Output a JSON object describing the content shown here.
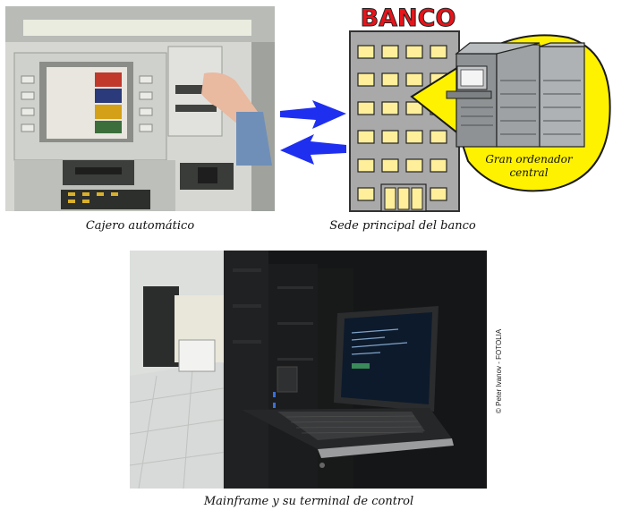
{
  "atm": {
    "caption": "Cajero automático"
  },
  "bank": {
    "label": "BANCO",
    "caption": "Sede principal del banco"
  },
  "mainframe_callout": {
    "line1": "Gran ordenador",
    "line2": "central"
  },
  "photo": {
    "caption": "Mainframe y su terminal de control",
    "credit": "© Peter Ivanov - FOTOLIA"
  },
  "colors": {
    "arrow": "#1f2ff0",
    "bank_red": "#e8141b",
    "callout_yellow": "#fff200",
    "window_yellow": "#ffef9a",
    "building_gray": "#a9a9a9"
  }
}
